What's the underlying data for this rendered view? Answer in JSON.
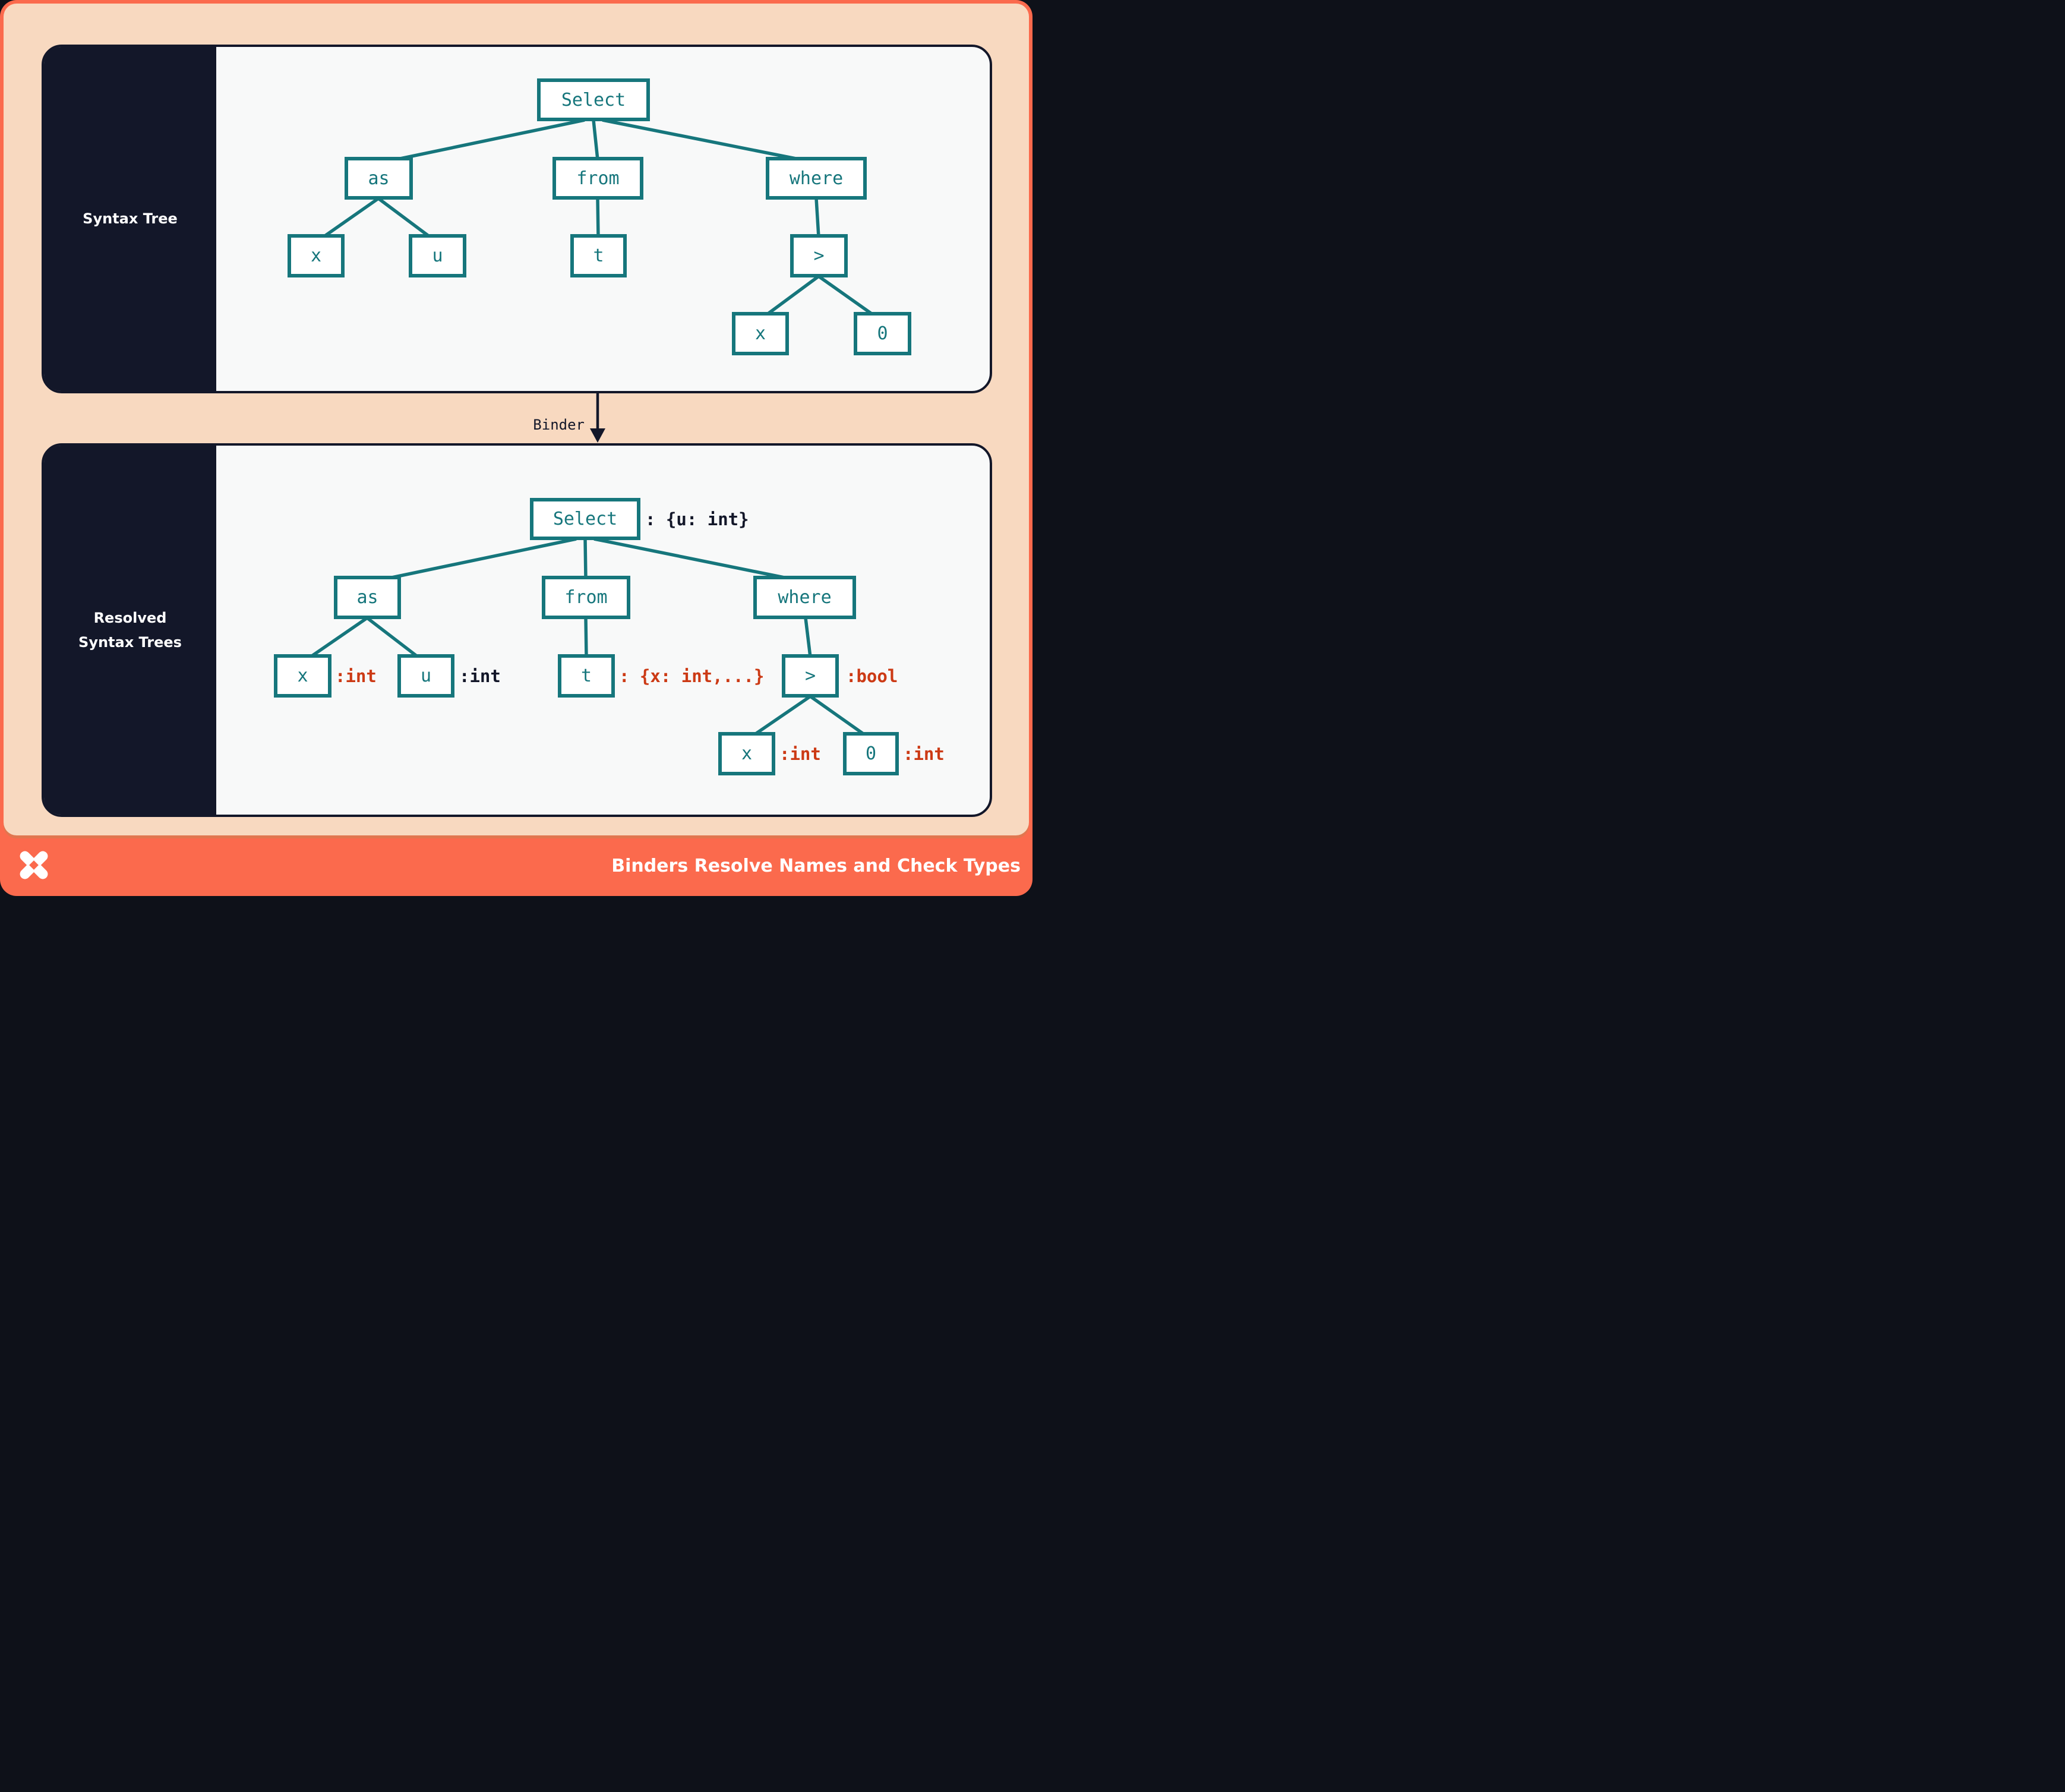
{
  "panels": {
    "top": {
      "sidebar_label": "Syntax Tree"
    },
    "bottom": {
      "sidebar_label_line1": "Resolved",
      "sidebar_label_line2": "Syntax Trees"
    }
  },
  "binder": {
    "label": "Binder"
  },
  "trees": {
    "syntax": {
      "select": "Select",
      "as": "as",
      "from": "from",
      "where": "where",
      "x_left": "x",
      "u": "u",
      "t": "t",
      "gt": ">",
      "x_right": "x",
      "zero": "0"
    },
    "resolved": {
      "select": "Select",
      "select_type": ": {u: int}",
      "as": "as",
      "from": "from",
      "where": "where",
      "x_left": "x",
      "x_left_type": ":int",
      "u": "u",
      "u_type": ":int",
      "t": "t",
      "t_type": ": {x: int,...}",
      "gt": ">",
      "gt_type": ":bool",
      "x_right": "x",
      "x_right_type": ":int",
      "zero": "0",
      "zero_type": ":int"
    }
  },
  "footer": {
    "caption": "Binders Resolve Names and Check Types",
    "logo_icon": "pinwheel-x-logo"
  },
  "colors": {
    "frame_orange": "#fb6a4d",
    "canvas_peach": "#f8d9c0",
    "ink_navy": "#131729",
    "panel_white": "#f8f9f9",
    "node_teal": "#16767c",
    "type_annotation_red": "#cc3a15",
    "type_annotation_dark": "#131729"
  }
}
